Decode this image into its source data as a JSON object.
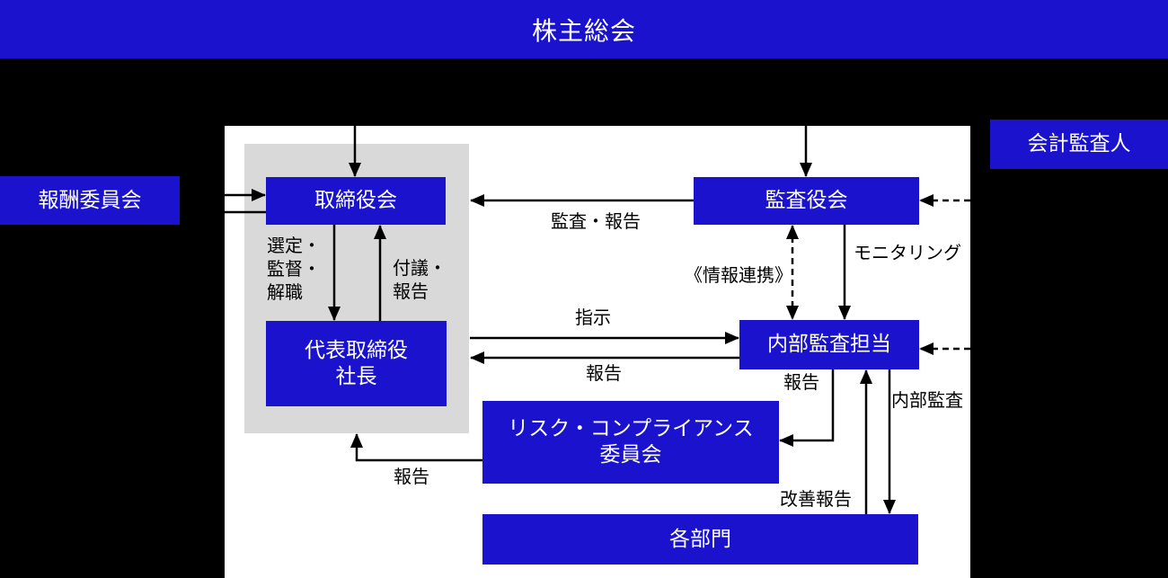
{
  "header": {
    "title": "株主総会"
  },
  "external_boxes": {
    "compensation_committee": "報酬委員会",
    "accounting_auditor": "会計監査人"
  },
  "boxes": {
    "board": "取締役会",
    "president_line1": "代表取締役",
    "president_line2": "社長",
    "audit_board": "監査役会",
    "internal_audit": "内部監査担当",
    "risk_line1": "リスク・コンプライアンス",
    "risk_line2": "委員会",
    "departments": "各部門"
  },
  "edge_labels": {
    "audit_report": "監査・報告",
    "monitoring": "モニタリング",
    "information_link": "《情報連携》",
    "appoint_supervise_dismiss": "選定・\n監督・\n解職",
    "submit_report": "付議・\n報告",
    "instruction": "指示",
    "report_to_president": "報告",
    "report_from_internal_audit": "報告",
    "internal_audit_action": "内部監査",
    "report_to_management": "報告",
    "improvement_report": "改善報告"
  },
  "colors": {
    "primary_blue": "#1A12CD",
    "group_gray": "#D9D9D9",
    "line_black": "#000000",
    "canvas_white": "#FFFFFF",
    "background_black": "#000000"
  }
}
